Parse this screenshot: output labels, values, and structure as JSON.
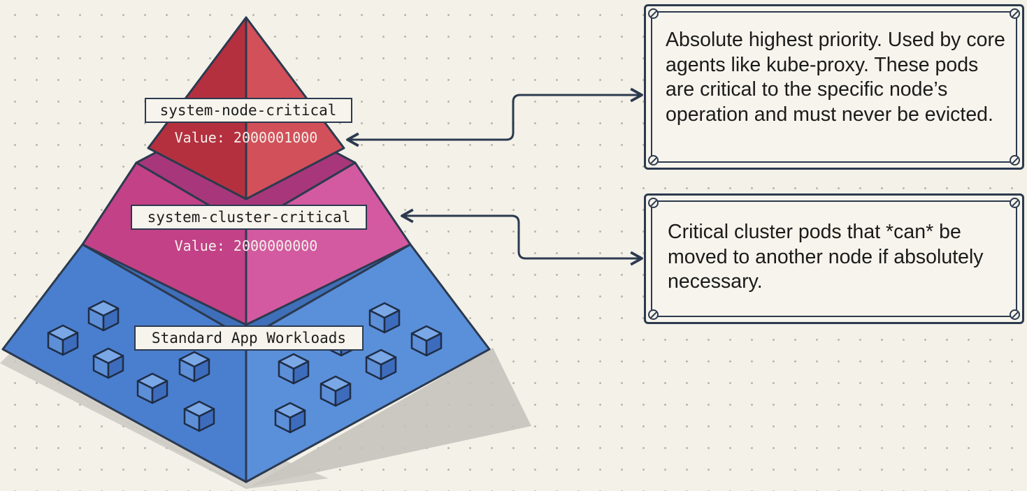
{
  "tiers": {
    "top": {
      "name": "system-node-critical",
      "value": "Value: 2000001000"
    },
    "middle": {
      "name": "system-cluster-critical",
      "value": "Value: 2000000000"
    },
    "bottom": {
      "name": "Standard App Workloads"
    }
  },
  "callouts": {
    "node_critical": "Absolute highest priority. Used by core agents like kube-proxy. These pods are critical to the specific node’s operation and must never be evicted.",
    "cluster_critical": "Critical cluster pods that *can* be moved to another node if absolutely necessary."
  },
  "colors": {
    "background": "#f3f1e8",
    "top_tier": "#c33b4c",
    "middle_tier": "#cc4893",
    "bottom_tier": "#4a7fcf",
    "outline": "#2c3a4f"
  },
  "icons": [
    "pod-cube-icon",
    "screw-icon",
    "arrow-icon"
  ]
}
